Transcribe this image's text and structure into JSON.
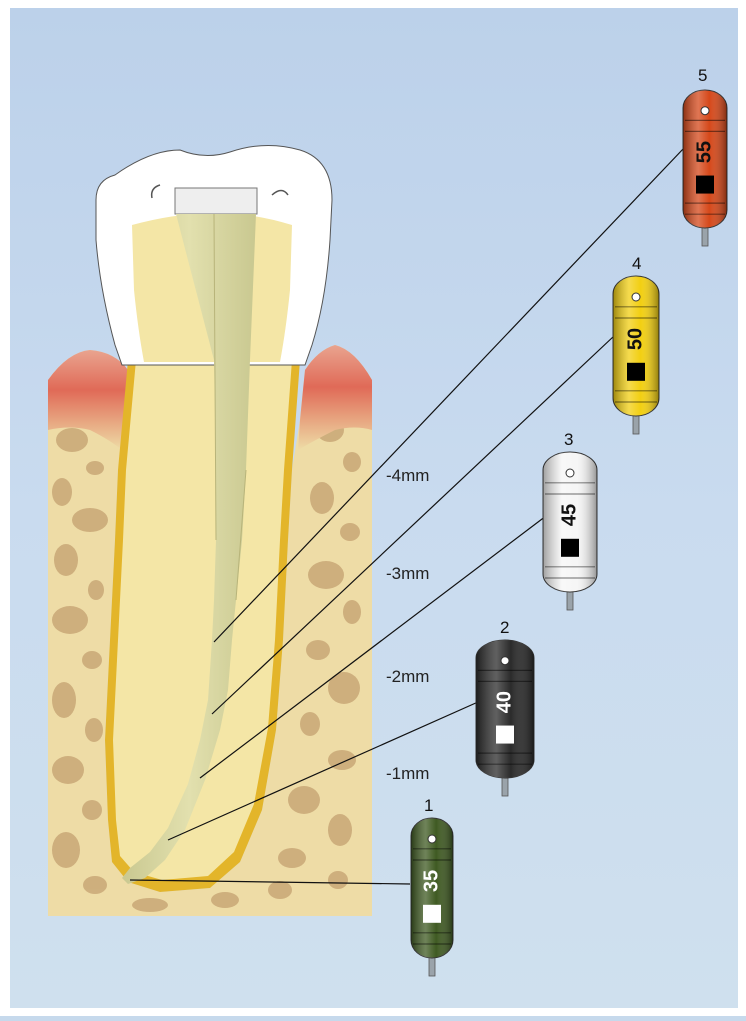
{
  "colors": {
    "background": "#c6d9ec",
    "enamel": "#ffffff",
    "dentin": "#f4e6a6",
    "canal": "#d7d6a0",
    "root_outline": "#e3b52a",
    "bone": "#eedca6",
    "bone_pores": "#c9a877",
    "gingiva": "#e06a57"
  },
  "depth_labels": [
    "-4mm",
    "-3mm",
    "-2mm",
    "-1mm"
  ],
  "files": [
    {
      "index": "1",
      "size": "35",
      "color": "#3f5a22"
    },
    {
      "index": "2",
      "size": "40",
      "color": "#2b2b2b"
    },
    {
      "index": "3",
      "size": "45",
      "color": "#f6f6f6"
    },
    {
      "index": "4",
      "size": "50",
      "color": "#f2cf12"
    },
    {
      "index": "5",
      "size": "55",
      "color": "#d5481a"
    }
  ]
}
